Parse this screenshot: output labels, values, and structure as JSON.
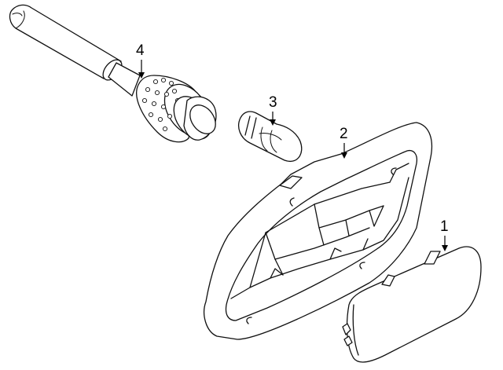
{
  "callouts": [
    {
      "id": "1",
      "label": "1"
    },
    {
      "id": "2",
      "label": "2"
    },
    {
      "id": "3",
      "label": "3"
    },
    {
      "id": "4",
      "label": "4"
    }
  ],
  "colors": {
    "line": "#111111",
    "background": "#ffffff",
    "fill": "#ffffff"
  }
}
